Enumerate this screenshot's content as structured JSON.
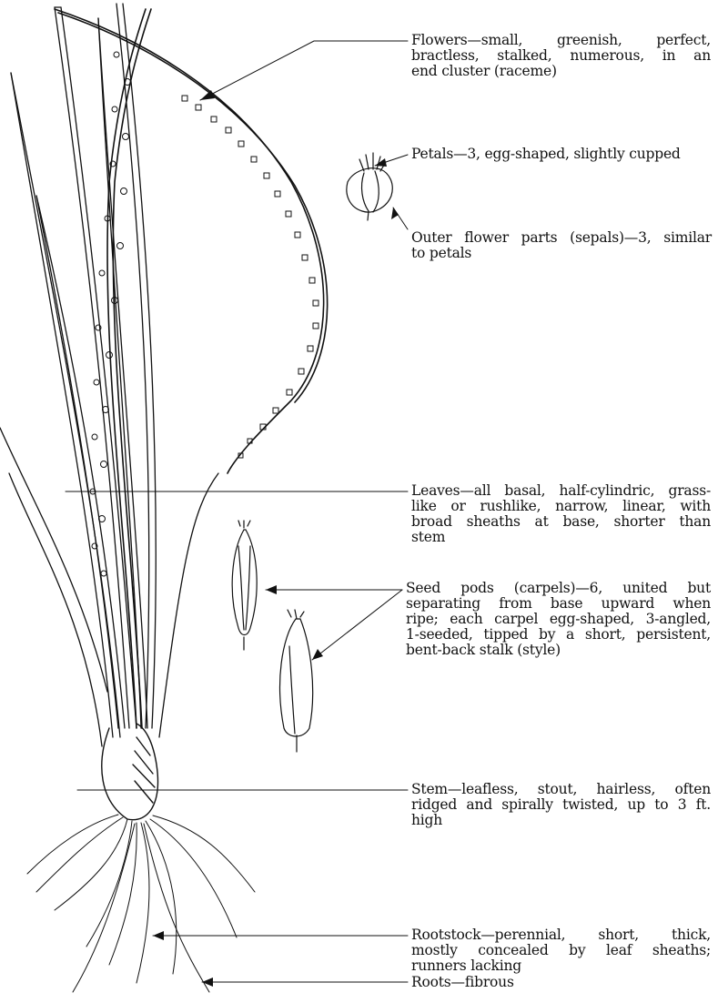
{
  "labels": {
    "flowers": {
      "lines": [
        "Flowers—small, greenish, perfect,",
        "bractless, stalked, numerous, in an",
        "end cluster (raceme)"
      ]
    },
    "petals": {
      "lines": [
        "Petals—3, egg-shaped, slightly cupped"
      ]
    },
    "sepals": {
      "lines": [
        "Outer flower parts (sepals)—3, similar",
        "to petals"
      ]
    },
    "leaves": {
      "lines": [
        "Leaves—all basal, half-cylindric, grass-",
        "like or rushlike, narrow, linear, with",
        "broad sheaths at base, shorter than",
        "stem"
      ]
    },
    "seed_pods": {
      "lines": [
        "Seed pods (carpels)—6, united but",
        "separating from base upward when",
        "ripe; each carpel egg-shaped, 3-angled,",
        "1-seeded, tipped by a short, persistent,",
        "bent-back stalk (style)"
      ]
    },
    "stem": {
      "lines": [
        "Stem—leafless, stout, hairless, often",
        "ridged and spirally twisted, up to 3 ft.",
        "high"
      ]
    },
    "rootstock": {
      "lines": [
        "Rootstock—perennial, short, thick,",
        "mostly concealed by leaf sheaths;",
        "runners lacking"
      ]
    },
    "roots": {
      "lines": [
        "Roots—fibrous"
      ]
    }
  },
  "colors": {
    "ink": "#111111",
    "paper": "#ffffff"
  }
}
